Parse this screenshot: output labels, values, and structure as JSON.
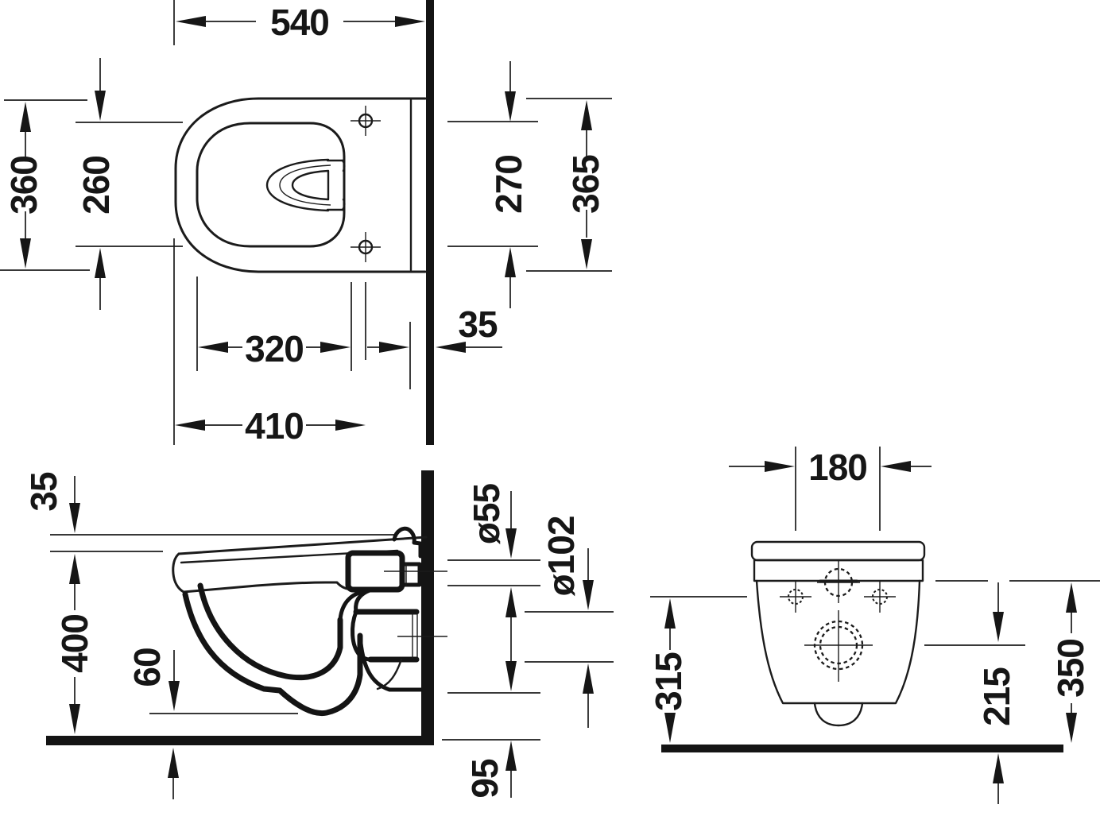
{
  "drawing_title": "wall-hung-toilet-dimension-drawing",
  "colors": {
    "line": "#1b1b1b",
    "background": "#ffffff"
  },
  "views": {
    "plan": {
      "dims": {
        "depth": "540",
        "overall_width": "360",
        "bowl_width": "260",
        "fixing_hole_spacing_v": "270",
        "rear_width": "365",
        "wall_offset": "35",
        "bowl_to_axis": "320",
        "front_to_fixing": "410"
      }
    },
    "side": {
      "dims": {
        "rim_slope": "35",
        "rim_height": "400",
        "sump_depth": "60",
        "inlet_diameter": "ø55",
        "outlet_diameter": "ø102",
        "outlet_bottom_height": "95"
      }
    },
    "rear": {
      "dims": {
        "fixing_hole_spacing_h": "180",
        "fixing_hole_height": "315",
        "outlet_axis_height": "215",
        "body_top_height": "350"
      }
    }
  }
}
